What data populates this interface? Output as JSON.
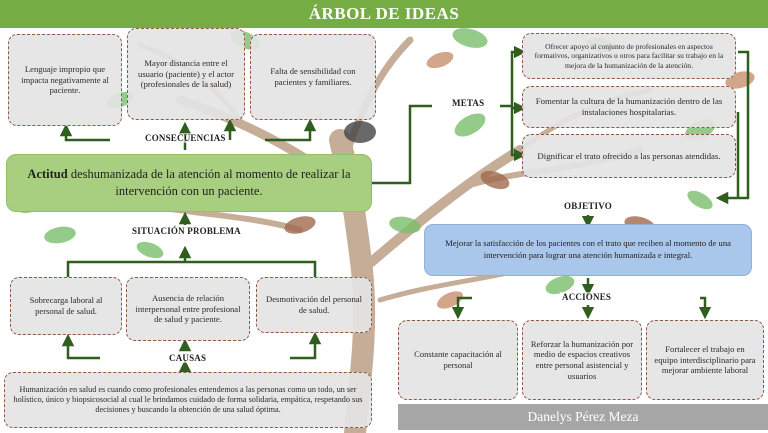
{
  "title": "ÁRBOL DE IDEAS",
  "labels": {
    "consecuencias": "CONSECUENCIAS",
    "situacion": "SITUACIÓN PROBLEMA",
    "causas": "CAUSAS",
    "metas": "METAS",
    "objetivo": "OBJETIVO",
    "acciones": "ACCIONES"
  },
  "consecuencias": [
    "Lenguaje impropio que impacta negativamente al paciente.",
    "Mayor distancia entre el usuario (paciente) y el actor (profesionales de la salud)",
    "Falta de sensibilidad con pacientes y familiares."
  ],
  "problema": {
    "lead": "Actitud",
    "text": " deshumanizada de la atención al momento de realizar la intervención con un paciente."
  },
  "causas": [
    "Sobrecarga laboral al personal de salud.",
    "Ausencia de relación interpersonal entre profesional de salud y paciente.",
    "Desmotivación del personal de salud."
  ],
  "definicion": "Humanización en salud es cuando como profesionales entendemos a las personas como un todo, un ser holístico, único y biopsicosocial al cual le brindamos cuidado de forma solidaria, empática, respetando sus decisiones y buscando la obtención de una salud óptima.",
  "metas": [
    "Ofrecer apoyo al conjunto de profesionales en aspectos formativos, organizativos u otros para facilitar su trabajo en la mejora de la humanización de la atención.",
    "Fomentar la cultura de la humanización dentro de las instalaciones hospitalarias.",
    "Dignificar el trato ofrecido a las personas atendidas."
  ],
  "objetivo": "Mejorar la satisfacción de los pacientes con el trato que reciben al momento de una intervención para lograr una atención humanizada e integral.",
  "acciones": [
    "Constante capacitación al personal",
    "Reforzar la humanización por medio de espacios creativos entre personal asistencial y usuarios",
    "Fortalecer el trabajo en equipo interdisciplinario para mejorar ambiente laboral"
  ],
  "author": "Danelys Pérez Meza",
  "colors": {
    "title_bar": "#75ac43",
    "problem_box": "#a7cf7f",
    "objective_box": "#a9c7ea",
    "arrows": "#2f5e1f",
    "box_border": "#8c5a44",
    "footer": "#a6a6a6"
  }
}
